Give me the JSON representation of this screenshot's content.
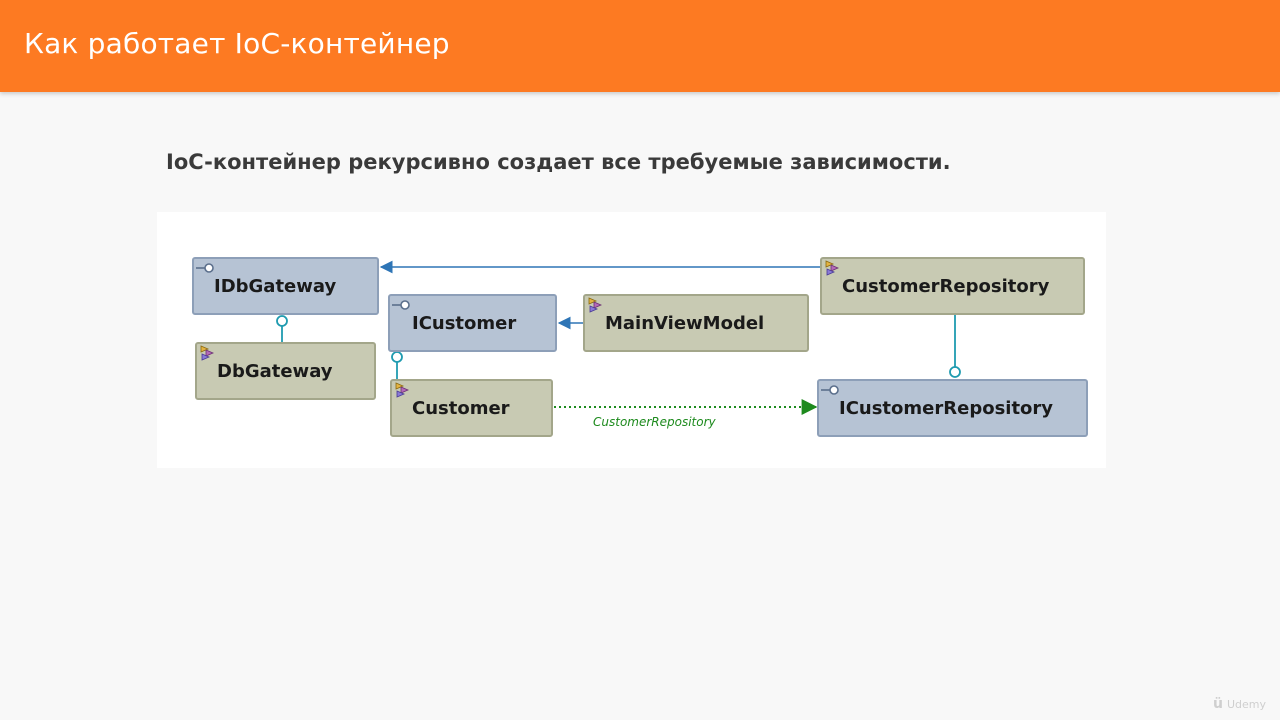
{
  "header": {
    "title": "Как работает IoC-контейнер"
  },
  "subtitle": "IoC-контейнер рекурсивно создает все требуемые зависимости.",
  "diagram": {
    "nodes": {
      "idbgateway": {
        "label": "IDbGateway",
        "kind": "interface"
      },
      "dbgateway": {
        "label": "DbGateway",
        "kind": "class"
      },
      "icustomer": {
        "label": "ICustomer",
        "kind": "interface"
      },
      "customer": {
        "label": "Customer",
        "kind": "class"
      },
      "mainviewmodel": {
        "label": "MainViewModel",
        "kind": "class"
      },
      "customerrepository": {
        "label": "CustomerRepository",
        "kind": "class"
      },
      "icustomerrepository": {
        "label": "ICustomerRepository",
        "kind": "interface"
      }
    },
    "edges": [
      {
        "from": "customerrepository",
        "to": "idbgateway",
        "type": "association"
      },
      {
        "from": "mainviewmodel",
        "to": "icustomer",
        "type": "association"
      },
      {
        "from": "customer",
        "to": "icustomerrepository",
        "type": "dependency",
        "label": "CustomerRepository"
      },
      {
        "from": "dbgateway",
        "to": "idbgateway",
        "type": "implements"
      },
      {
        "from": "customer",
        "to": "icustomer",
        "type": "implements"
      },
      {
        "from": "customerrepository",
        "to": "icustomerrepository",
        "type": "implements"
      }
    ],
    "colors": {
      "association": "#2e75b6",
      "dependency": "#1d8a1d",
      "lollipop": "#1f9bb0",
      "interface_fill": "#b6c3d4",
      "class_fill": "#c8cab3"
    }
  },
  "watermark": {
    "text": "Udemy"
  }
}
